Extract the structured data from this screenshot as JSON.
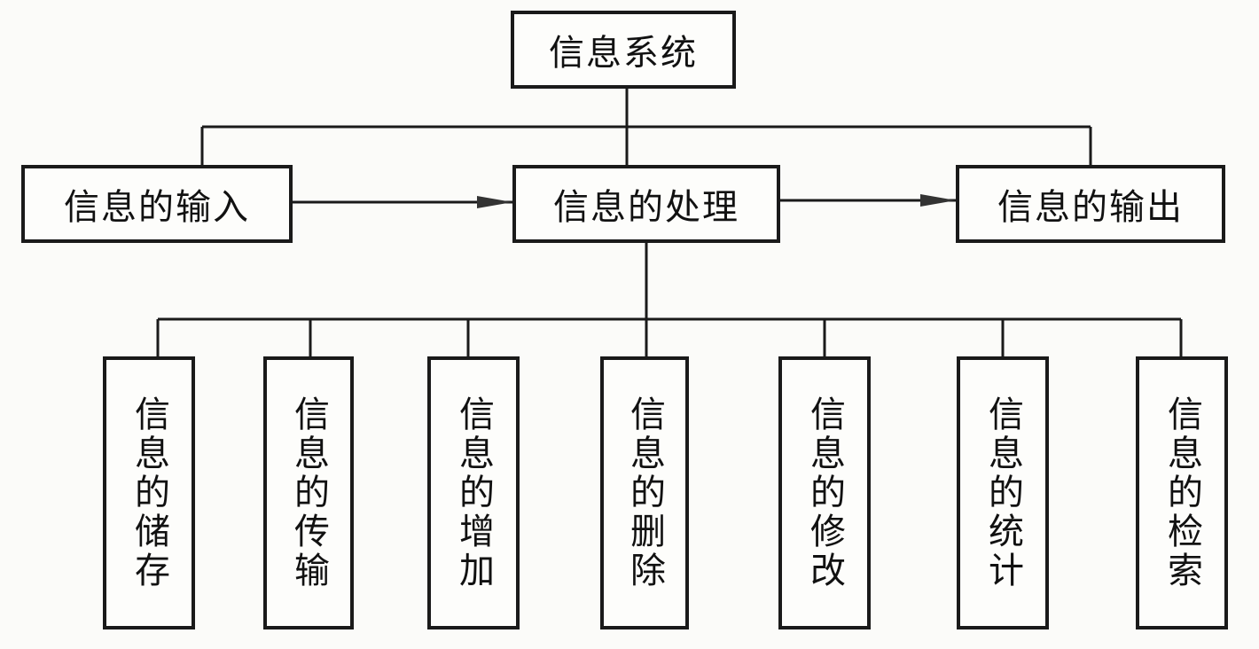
{
  "diagram": {
    "type": "hierarchy",
    "root": {
      "label": "信息系统"
    },
    "stages": [
      {
        "label": "信息的输入"
      },
      {
        "label": "信息的处理"
      },
      {
        "label": "信息的输出"
      }
    ],
    "processing_children": [
      {
        "label": "信息的储存"
      },
      {
        "label": "信息的传输"
      },
      {
        "label": "信息的增加"
      },
      {
        "label": "信息的删除"
      },
      {
        "label": "信息的修改"
      },
      {
        "label": "信息的统计"
      },
      {
        "label": "信息的检索"
      }
    ],
    "edges": [
      {
        "from": "信息系统",
        "to": "信息的输入",
        "kind": "tree"
      },
      {
        "from": "信息系统",
        "to": "信息的处理",
        "kind": "tree"
      },
      {
        "from": "信息系统",
        "to": "信息的输出",
        "kind": "tree"
      },
      {
        "from": "信息的输入",
        "to": "信息的处理",
        "kind": "arrow"
      },
      {
        "from": "信息的处理",
        "to": "信息的输出",
        "kind": "arrow"
      },
      {
        "from": "信息的处理",
        "to": "信息的储存",
        "kind": "tree"
      },
      {
        "from": "信息的处理",
        "to": "信息的传输",
        "kind": "tree"
      },
      {
        "from": "信息的处理",
        "to": "信息的增加",
        "kind": "tree"
      },
      {
        "from": "信息的处理",
        "to": "信息的删除",
        "kind": "tree"
      },
      {
        "from": "信息的处理",
        "to": "信息的修改",
        "kind": "tree"
      },
      {
        "from": "信息的处理",
        "to": "信息的统计",
        "kind": "tree"
      },
      {
        "from": "信息的处理",
        "to": "信息的检索",
        "kind": "tree"
      }
    ]
  }
}
